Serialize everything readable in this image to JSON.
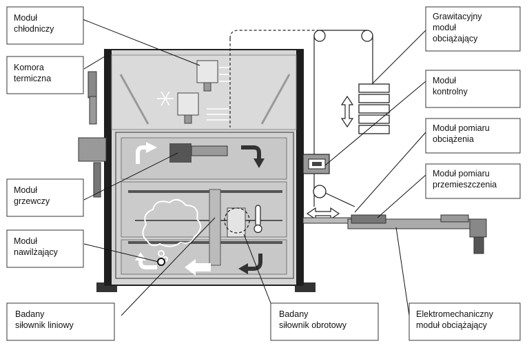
{
  "labels": {
    "cooling": [
      "Moduł",
      "chłodniczy"
    ],
    "chamber": [
      "Komora",
      "termiczna"
    ],
    "heating": [
      "Moduł",
      "grzewczy"
    ],
    "humid": [
      "Moduł",
      "nawilżający"
    ],
    "linear": [
      "Badany",
      "siłownik liniowy"
    ],
    "rotary": [
      "Badany",
      "siłownik obrotowy"
    ],
    "gravity": [
      "Grawitacyjny",
      "moduł",
      "obciążający"
    ],
    "control": [
      "Moduł",
      "kontrolny"
    ],
    "load_measure": [
      "Moduł pomiaru",
      "obciążenia"
    ],
    "disp_measure": [
      "Moduł pomiaru",
      "przemieszczenia"
    ],
    "electro": [
      "Elektromechaniczny",
      "moduł obciążający"
    ]
  },
  "colors": {
    "frame_dark": "#222222",
    "chamber_fill": "#d9d9d9",
    "panel_fill": "#cccccc",
    "arrow_dark": "#333333",
    "box_stroke": "#333333"
  },
  "icons": {
    "snowflake": "snowflake-icon",
    "thermometer": "thermometer-icon",
    "droplet": "droplet-icon",
    "cloud": "steam-cloud-icon"
  }
}
